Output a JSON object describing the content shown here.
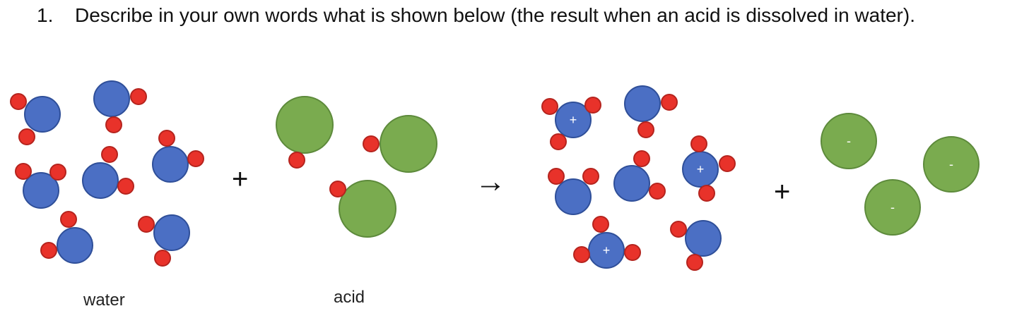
{
  "question": {
    "number": "1.",
    "text": "Describe in your own words what is shown below (the result when an acid is dissolved in water)."
  },
  "labels": {
    "water": "water",
    "acid": "acid"
  },
  "operators": {
    "plus": "+",
    "arrow": "→",
    "cation_sign": "+",
    "anion_sign": "-"
  },
  "colors": {
    "hydrogen": "#e8322a",
    "oxygen": "#4b6fc4",
    "acid": "#7aab4f",
    "outline_blue": "#2f4f99",
    "outline_green": "#5d8a3b",
    "outline_red": "#b5241e"
  }
}
